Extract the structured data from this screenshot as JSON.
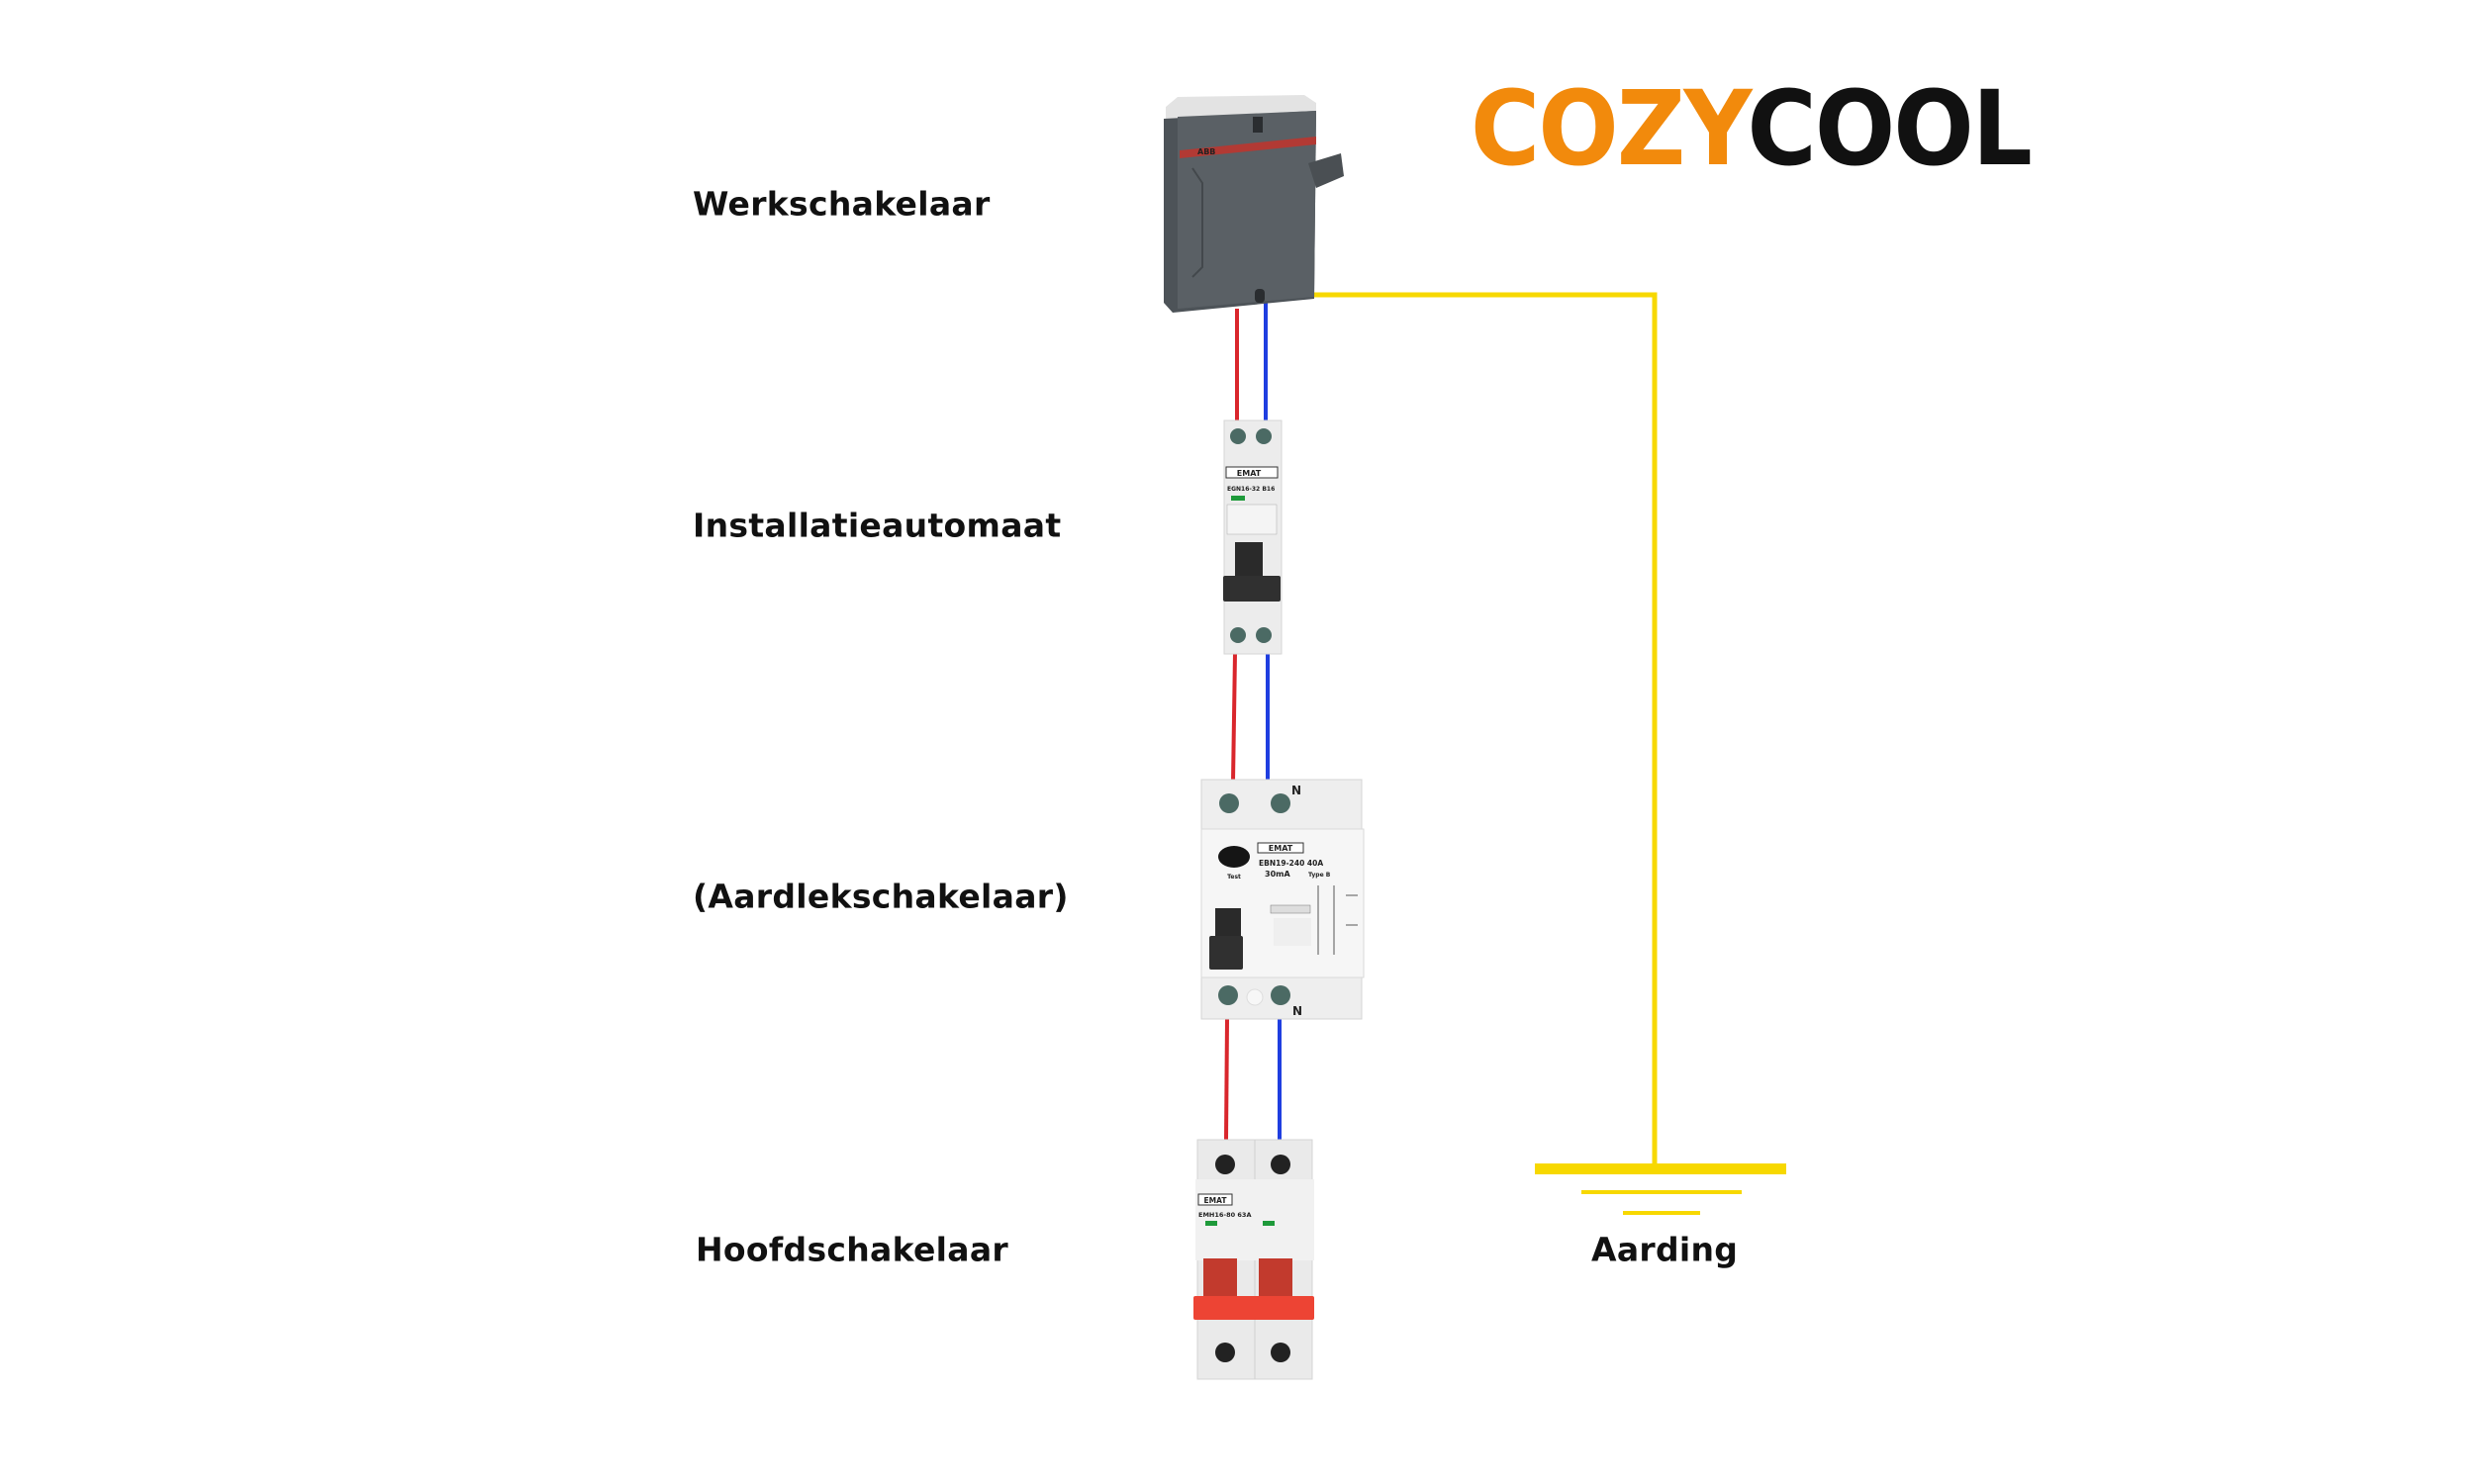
{
  "logo": {
    "part1": "COZY",
    "part2": "COOL",
    "colors": {
      "part1": "#f28a0c",
      "part2": "#111111"
    }
  },
  "labels": {
    "work_switch": "Werkschakelaar",
    "mcb": "Installatieautomaat",
    "rcd": "(Aardlekschakelaar)",
    "main_switch": "Hoofdschakelaar",
    "earth": "Aarding"
  },
  "devices": {
    "work_switch": {
      "brand": "ABB"
    },
    "mcb": {
      "brand": "EMAT",
      "model": "EGN16-32  B16"
    },
    "rcd": {
      "brand": "EMAT",
      "model": "EBN19-240  40A",
      "sensitivity": "30mA",
      "type": "Type B",
      "test": "Test",
      "neutral_top": "N",
      "neutral_bottom": "N"
    },
    "main_switch": {
      "brand": "EMAT",
      "model": "EMH16-80 63A"
    }
  },
  "wire_colors": {
    "phase": "#d9262c",
    "neutral": "#1f3ee0",
    "earth": "#f7d800"
  }
}
